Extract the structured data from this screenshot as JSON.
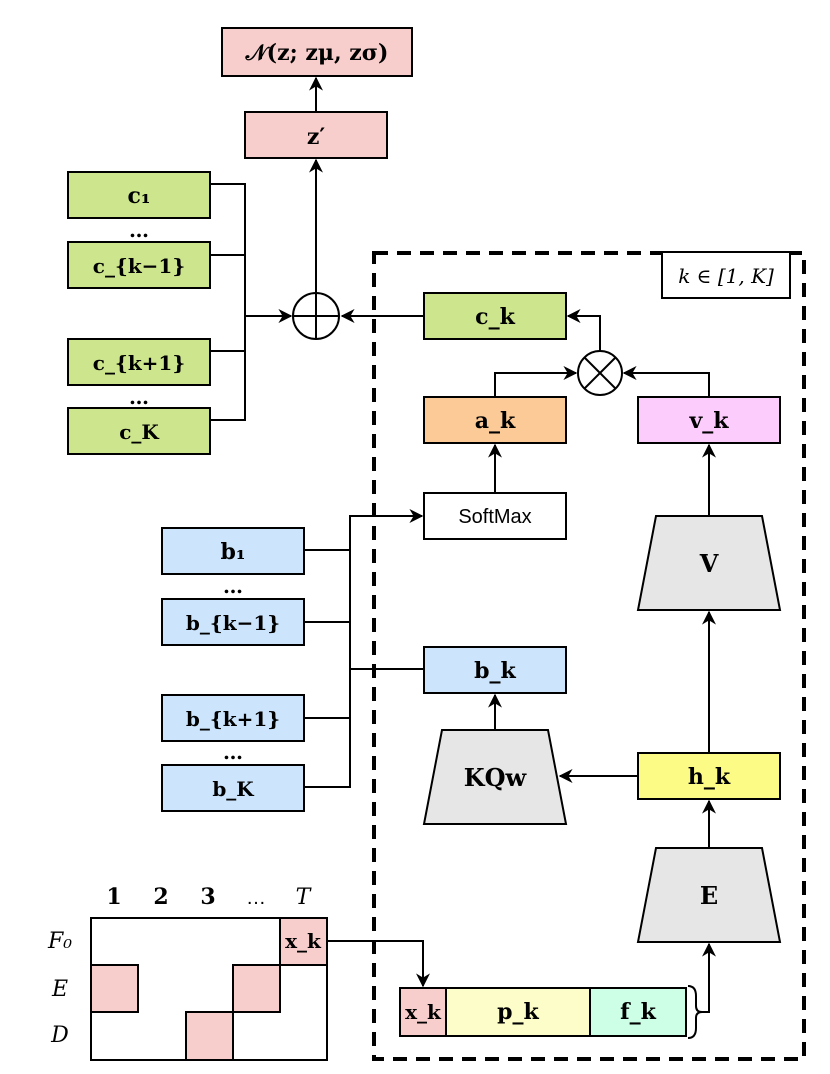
{
  "colors": {
    "pink": "#f8cecc",
    "green": "#cde68d",
    "blue": "#cce5fc",
    "orange": "#fbca97",
    "magenta": "#fccdfc",
    "yellow": "#fbfb85",
    "light_yellow": "#fdfdc9",
    "mint": "#ccffe6",
    "gray": "#e6e6e6"
  },
  "output": {
    "distribution": "𝒩(z; zμ, zσ)",
    "z_prime": "z′"
  },
  "left_c_stack": [
    "c₁",
    "…",
    "c_{k−1}",
    "c_{k+1}",
    "…",
    "c_K"
  ],
  "left_b_stack": [
    "b₁",
    "…",
    "b_{k−1}",
    "b_{k+1}",
    "…",
    "b_K"
  ],
  "module": {
    "range_label": "k ∈ [1, K]",
    "c_k": "c_k",
    "a_k": "a_k",
    "v_k": "v_k",
    "softmax": "SoftMax",
    "V": "V",
    "b_k": "b_k",
    "KQw": "KQw",
    "h_k": "h_k",
    "E": "E",
    "x_k": "x_k",
    "p_k": "p_k",
    "f_k": "f_k"
  },
  "grid": {
    "col_labels": [
      "1",
      "2",
      "3",
      "…",
      "T"
    ],
    "row_labels": [
      "F₀",
      "E",
      "D"
    ],
    "x_k": "x_k"
  }
}
